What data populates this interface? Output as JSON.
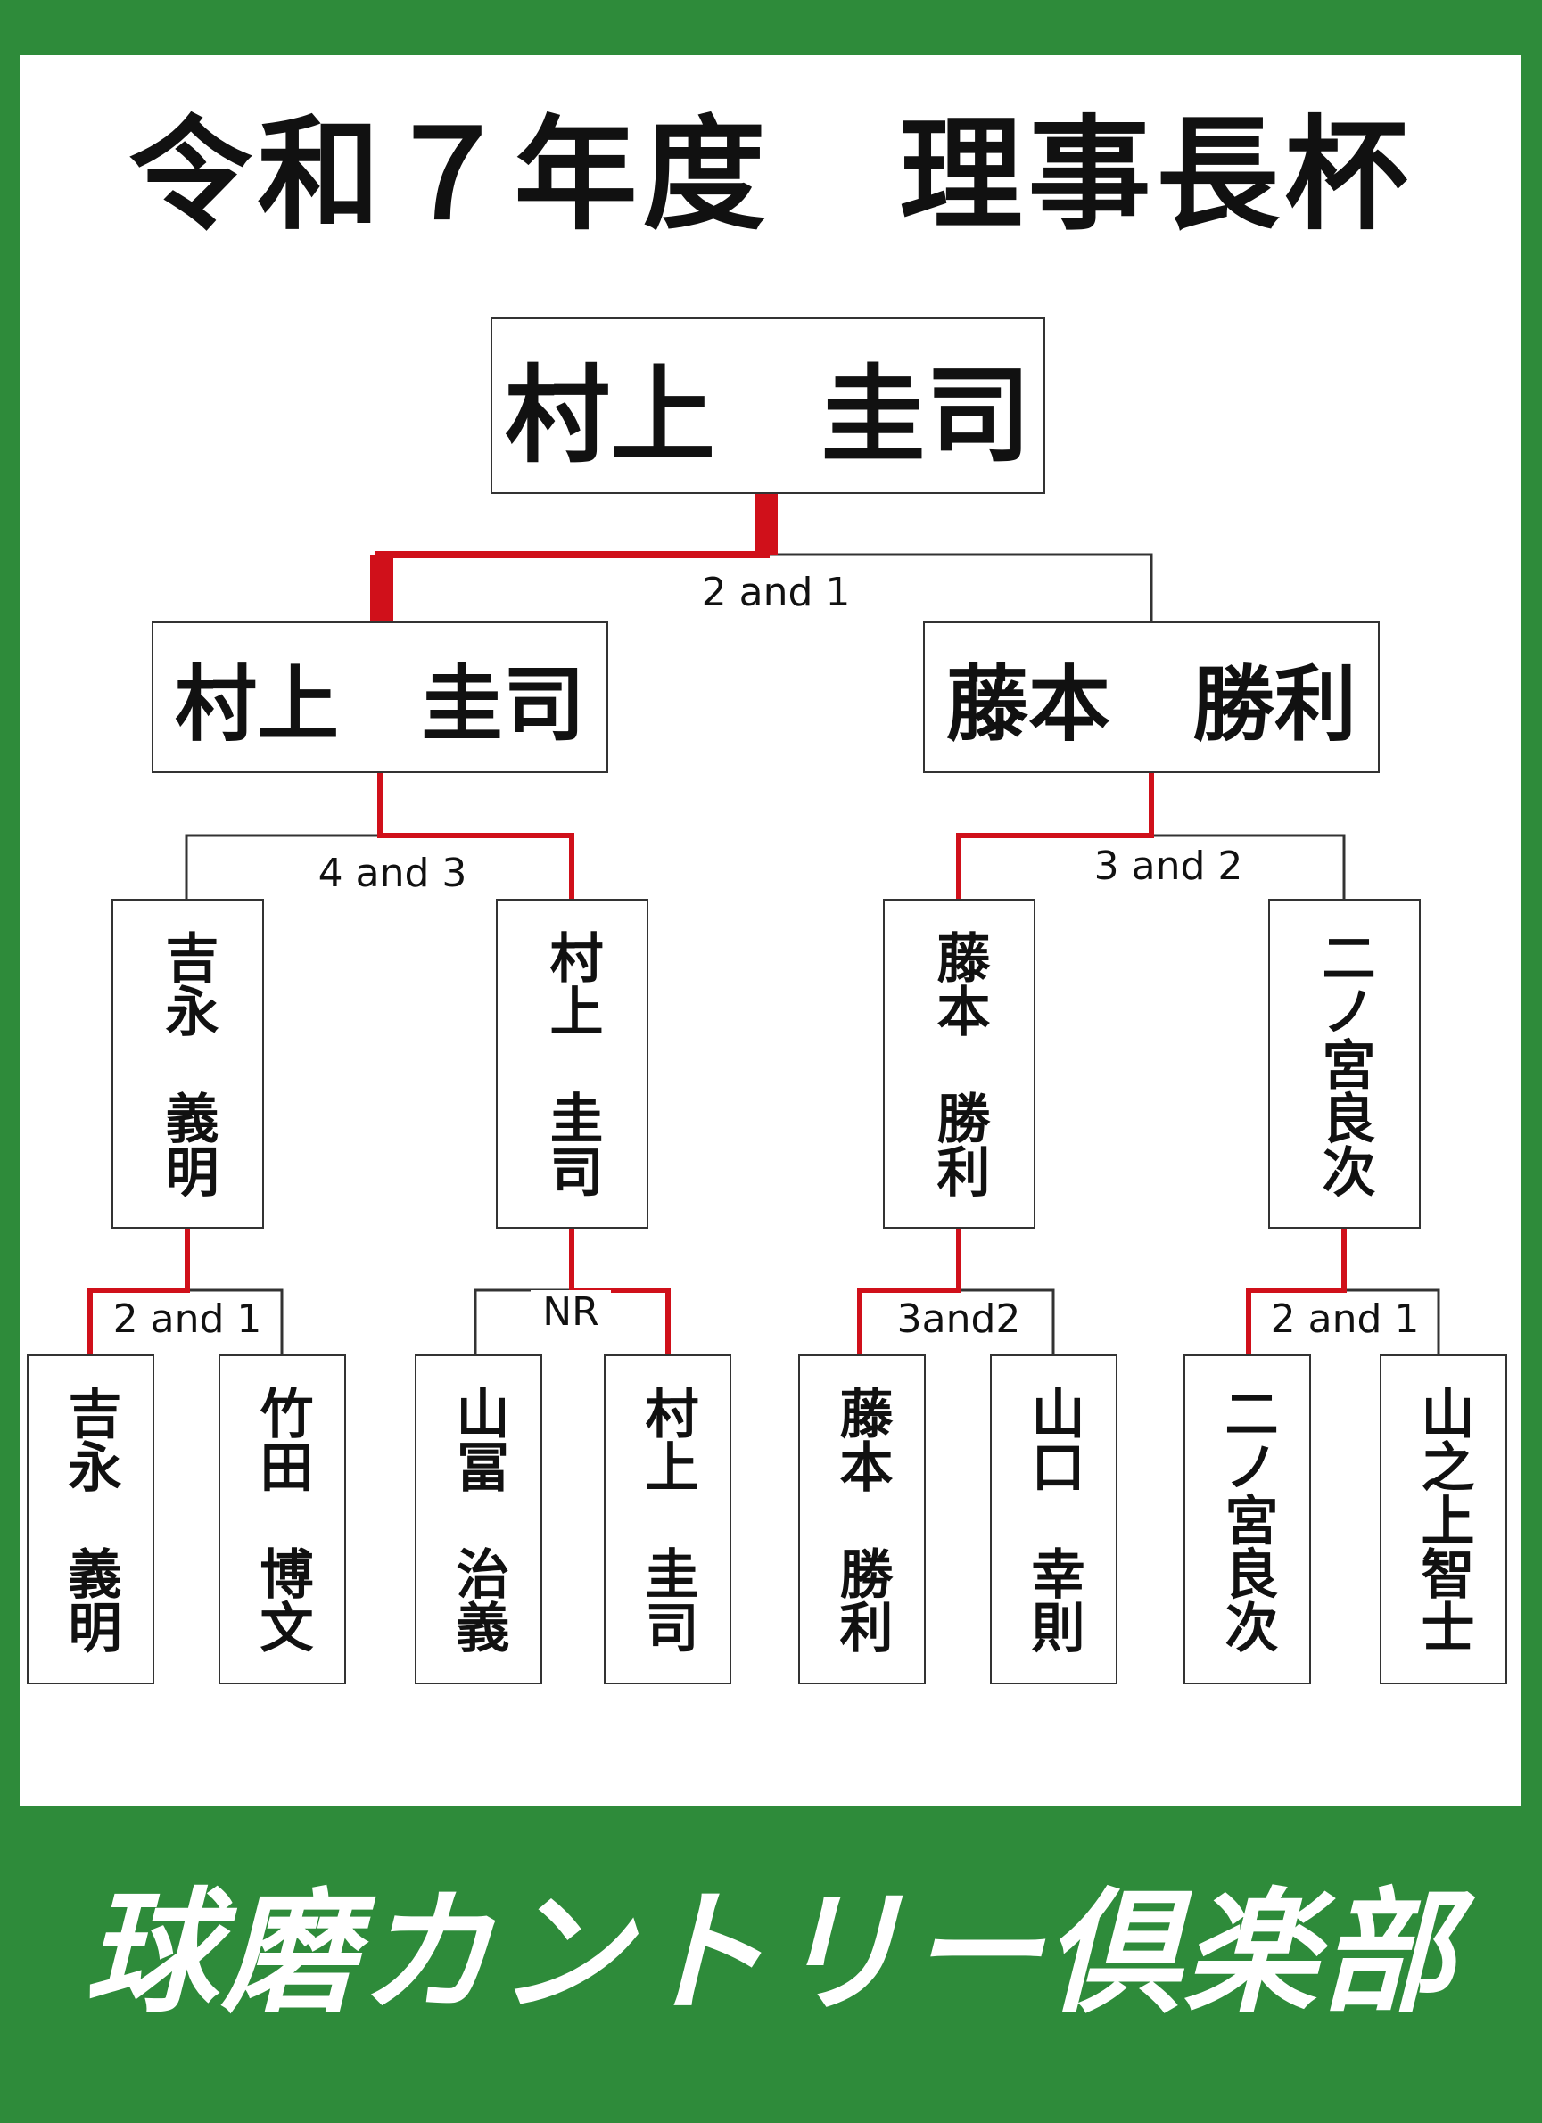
{
  "title": "令和７年度　理事長杯",
  "club_name": "球磨カントリー倶楽部",
  "colors": {
    "frame": "#2e8b3a",
    "winner_line": "#d0101a",
    "line": "#333333"
  },
  "champion": "村上　圭司",
  "final": {
    "score": "2 and 1",
    "left": "村上　圭司",
    "right": "藤本　勝利"
  },
  "semifinals": [
    {
      "score": "4 and 3",
      "left": "吉永　義明",
      "right": "村上　圭司"
    },
    {
      "score": "3 and 2",
      "left": "藤本　勝利",
      "right": "二ノ宮良次"
    }
  ],
  "quarterfinals": [
    {
      "score": "2 and 1",
      "left": "吉永　義明",
      "right": "竹田　博文"
    },
    {
      "score": "NR",
      "left": "山冨　治義",
      "right": "村上　圭司"
    },
    {
      "score": "3and2",
      "left": "藤本　勝利",
      "right": "山口　幸則"
    },
    {
      "score": "2 and 1",
      "left": "二ノ宮良次",
      "right": "山之上智士"
    }
  ]
}
